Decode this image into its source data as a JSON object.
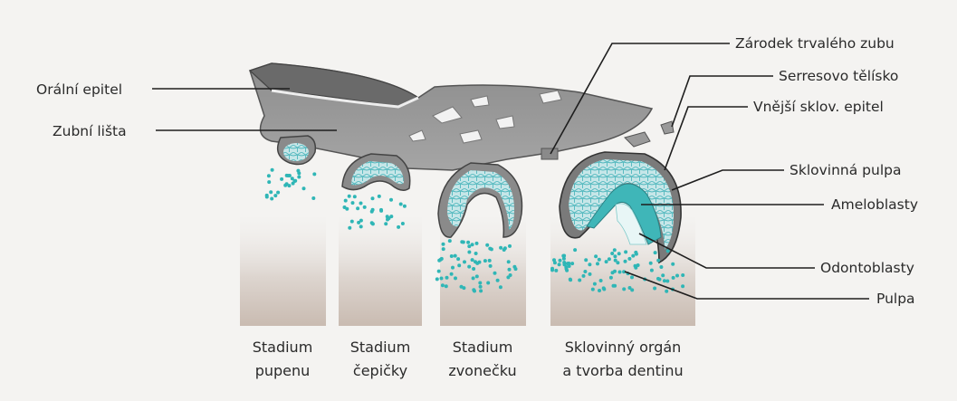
{
  "labels_left": {
    "oral_epitel": "Orální epitel",
    "zubni_lista": "Zubní lišta"
  },
  "labels_right": {
    "zarodek": "Zárodek trvalého zubu",
    "serres": "Serresovo tělísko",
    "vnejsi": "Vnější sklov. epitel",
    "sklovinna_pulpa": "Sklovinná pulpa",
    "ameloblasty": "Ameloblasty",
    "odontoblasty": "Odontoblasty",
    "pulpa": "Pulpa"
  },
  "stages": [
    {
      "line1": "Stadium",
      "line2": "pupenu"
    },
    {
      "line1": "Stadium",
      "line2": "čepičky"
    },
    {
      "line1": "Stadium",
      "line2": "zvonečku"
    },
    {
      "line1": "Sklovinný orgán",
      "line2": "a tvorba dentinu"
    }
  ],
  "colors": {
    "epithelium": "#9a9a9a",
    "epithelium_dark": "#5f5f5f",
    "enamel_organ": "#bfe3e6",
    "cells": "#2fb6b6",
    "background": "#f4f3f1"
  }
}
